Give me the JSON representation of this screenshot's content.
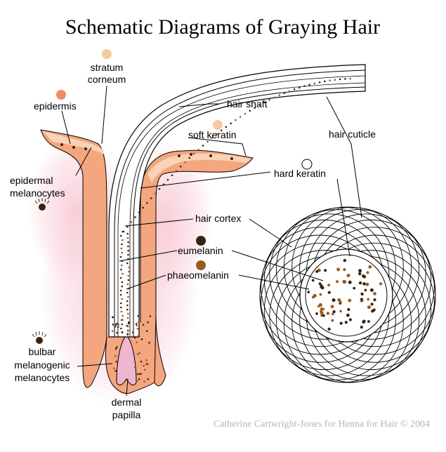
{
  "title": "Schematic Diagrams of Graying Hair",
  "labels": {
    "stratum_corneum_1": "stratum",
    "stratum_corneum_2": "corneum",
    "epidermis": "epidermis",
    "hair_shaft": "hair shaft",
    "soft_keratin": "soft keratin",
    "hair_cuticle": "hair cuticle",
    "hard_keratin": "hard keratin",
    "epidermal_melanocytes_1": "epidermal",
    "epidermal_melanocytes_2": "melanocytes",
    "hair_cortex": "hair cortex",
    "eumelanin": "eumelanin",
    "phaeomelanin": "phaeomelanin",
    "bulbar_1": "bulbar",
    "bulbar_2": "melanogenic",
    "bulbar_3": "melanocytes",
    "dermal_papilla_1": "dermal",
    "dermal_papilla_2": "papilla"
  },
  "credit": "Catherine Cartwright-Jones for Henna for Hair © 2004",
  "colors": {
    "skin": "#f4a67e",
    "skin_light": "#f9d2b8",
    "glow": "#f7c6d2",
    "papilla": "#efb6d0",
    "eumelanin": "#3a2210",
    "phaeomelanin": "#9a5a1e",
    "soft_keratin_swatch": "#f6cba0",
    "epidermis_swatch": "#f08a62",
    "stratum_swatch": "#f6cba0"
  }
}
